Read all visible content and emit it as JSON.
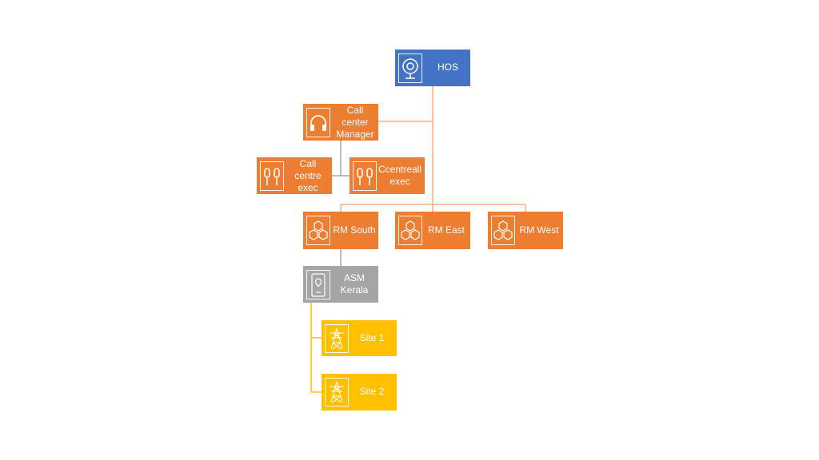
{
  "nodes": {
    "hos": {
      "label": "HOS",
      "color": "#4472c4",
      "icon": "webcam-icon"
    },
    "cc_manager": {
      "label": "Call\ncenter\nManager",
      "color": "#ed7d31",
      "icon": "headphones-icon"
    },
    "cc_exec_1": {
      "label": "Call\ncentre\nexec",
      "color": "#ed7d31",
      "icon": "earbuds-icon"
    },
    "cc_exec_2": {
      "label": "Ccentreall\nexec",
      "color": "#ed7d31",
      "icon": "earbuds-icon"
    },
    "rm_south": {
      "label": "RM South",
      "color": "#ed7d31",
      "icon": "cubes-icon"
    },
    "rm_east": {
      "label": "RM East",
      "color": "#ed7d31",
      "icon": "cubes-icon"
    },
    "rm_west": {
      "label": "RM West",
      "color": "#ed7d31",
      "icon": "cubes-icon"
    },
    "asm_kerala": {
      "label": "ASM\nKerala",
      "color": "#a5a5a5",
      "icon": "map-phone-icon"
    },
    "site_1": {
      "label": "Site 1",
      "color": "#ffc000",
      "icon": "transmission-tower-icon"
    },
    "site_2": {
      "label": "Site 2",
      "color": "#ffc000",
      "icon": "transmission-tower-icon"
    }
  },
  "connector_colors": {
    "orange": "#f4b183",
    "gray": "#a5a5a5",
    "gold": "#ffc000"
  }
}
